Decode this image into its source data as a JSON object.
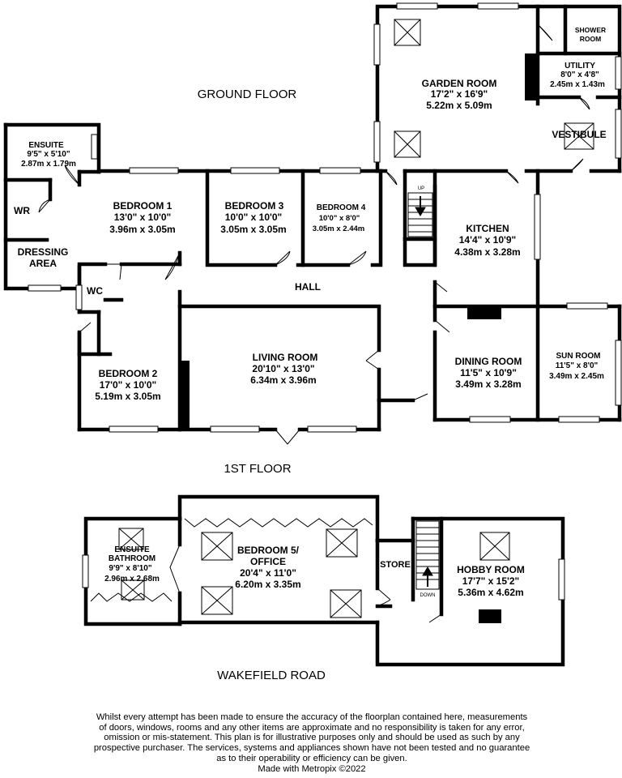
{
  "labels": {
    "ground_floor": "GROUND FLOOR",
    "first_floor": "1ST FLOOR",
    "road": "WAKEFIELD ROAD"
  },
  "stairs": {
    "up": "UP",
    "down": "DOWN"
  },
  "ground_rooms": {
    "garden_room": {
      "name": "GARDEN ROOM",
      "imperial": "17'2\"  x 16'9\"",
      "metric": "5.22m  x 5.09m"
    },
    "shower_room": {
      "name_1": "SHOWER",
      "name_2": "ROOM"
    },
    "utility": {
      "name": "UTILITY",
      "imperial": "8'0\"  x 4'8\"",
      "metric": "2.45m  x 1.43m"
    },
    "vestibule": {
      "name": "VESTIBULE"
    },
    "ensuite": {
      "name": "ENSUITE",
      "imperial": "9'5\"  x 5'10\"",
      "metric": "2.87m  x 1.79m"
    },
    "wr": {
      "name": "WR"
    },
    "dressing": {
      "name_1": "DRESSING",
      "name_2": "AREA"
    },
    "bedroom1": {
      "name": "BEDROOM 1",
      "imperial": "13'0\"  x 10'0\"",
      "metric": "3.96m  x 3.05m"
    },
    "bedroom3": {
      "name": "BEDROOM 3",
      "imperial": "10'0\"  x 10'0\"",
      "metric": "3.05m  x 3.05m"
    },
    "bedroom4": {
      "name": "BEDROOM 4",
      "imperial": "10'0\"  x 8'0\"",
      "metric": "3.05m  x 2.44m"
    },
    "kitchen": {
      "name": "KITCHEN",
      "imperial": "14'4\"  x 10'9\"",
      "metric": "4.38m  x 3.28m"
    },
    "hall": {
      "name": "HALL"
    },
    "wc": {
      "name": "WC"
    },
    "bedroom2": {
      "name": "BEDROOM 2",
      "imperial": "17'0\"  x 10'0\"",
      "metric": "5.19m  x 3.05m"
    },
    "living_room": {
      "name": "LIVING ROOM",
      "imperial": "20'10\"  x 13'0\"",
      "metric": "6.34m  x 3.96m"
    },
    "dining_room": {
      "name": "DINING ROOM",
      "imperial": "11'5\"  x 10'9\"",
      "metric": "3.49m  x 3.28m"
    },
    "sun_room": {
      "name": "SUN ROOM",
      "imperial": "11'5\"  x 8'0\"",
      "metric": "3.49m  x 2.45m"
    }
  },
  "first_rooms": {
    "ensuite_bathroom": {
      "name_1": "ENSUITE",
      "name_2": "BATHROOM",
      "imperial": "9'9\"  x 8'10\"",
      "metric": "2.96m  x 2.68m"
    },
    "bedroom5": {
      "name_1": "BEDROOM 5/",
      "name_2": "OFFICE",
      "imperial": "20'4\"  x 11'0\"",
      "metric": "6.20m  x 3.35m"
    },
    "store": {
      "name": "STORE"
    },
    "hobby_room": {
      "name": "HOBBY ROOM",
      "imperial": "17'7\"  x 15'2\"",
      "metric": "5.36m  x 4.62m"
    }
  },
  "disclaimer": {
    "line1": "Whilst every attempt has been made to ensure the accuracy of the floorplan contained here, measurements",
    "line2": "of doors, windows, rooms and any other items are approximate and no responsibility is taken for any error,",
    "line3": "omission or mis-statement. This plan is for illustrative purposes only and should be used as such by any",
    "line4": "prospective purchaser. The services, systems and appliances shown have not been tested and no guarantee",
    "line5": "as to their operability or efficiency can be given.",
    "line6": "Made with Metropix ©2022"
  }
}
